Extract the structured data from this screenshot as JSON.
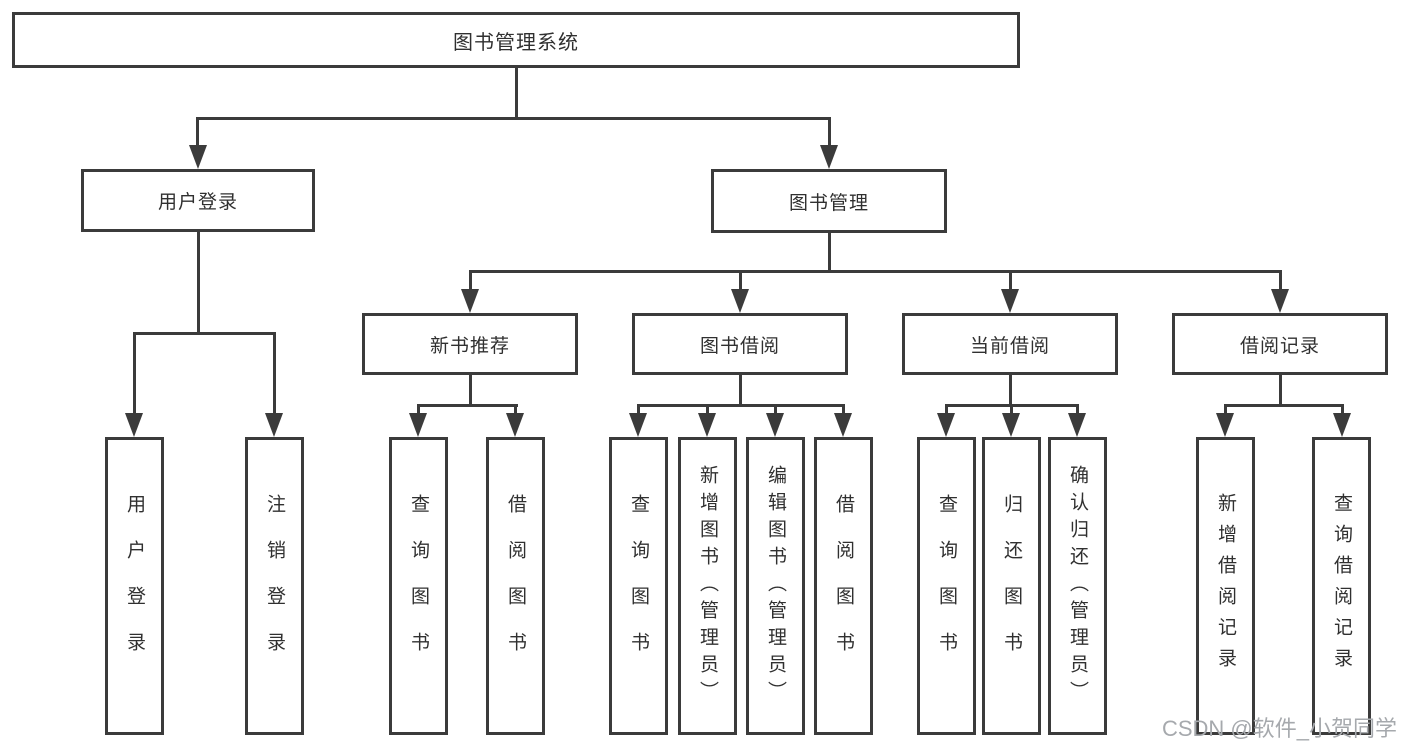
{
  "tree": {
    "root": {
      "label": "图书管理系统"
    },
    "user_login": {
      "label": "用户登录",
      "children": {
        "login": {
          "label": "用户登录"
        },
        "logout": {
          "label": "注销登录"
        }
      }
    },
    "book_mgmt": {
      "label": "图书管理",
      "children": {
        "new_book_rec": {
          "label": "新书推荐",
          "children": {
            "query_book": {
              "label": "查询图书"
            },
            "borrow_book": {
              "label": "借阅图书"
            }
          }
        },
        "book_borrow": {
          "label": "图书借阅",
          "children": {
            "query_book": {
              "label": "查询图书"
            },
            "add_book": {
              "label": "新增图书（管理员）"
            },
            "edit_book": {
              "label": "编辑图书（管理员）"
            },
            "borrow_book": {
              "label": "借阅图书"
            }
          }
        },
        "current_borrow": {
          "label": "当前借阅",
          "children": {
            "query_book": {
              "label": "查询图书"
            },
            "return_book": {
              "label": "归还图书"
            },
            "confirm_return": {
              "label": "确认归还（管理员）"
            }
          }
        },
        "borrow_record": {
          "label": "借阅记录",
          "children": {
            "add_record": {
              "label": "新增借阅记录"
            },
            "query_record": {
              "label": "查询借阅记录"
            }
          }
        }
      }
    }
  },
  "watermark": {
    "text": "CSDN @软件_小贺同学"
  },
  "colors": {
    "line": "#3b3b3b",
    "text": "#303030",
    "watermark": "#a6a9ad",
    "background": "#ffffff"
  }
}
